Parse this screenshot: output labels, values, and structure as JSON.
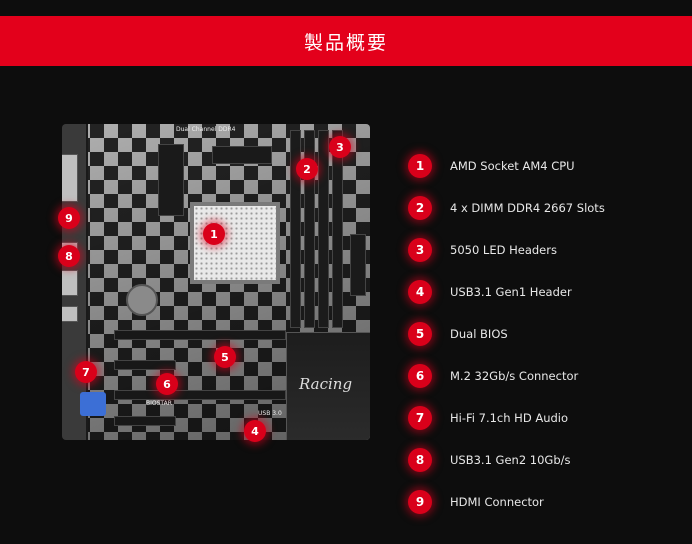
{
  "banner": {
    "title": "製品概要"
  },
  "board": {
    "dimm_label": "Dual Channel DDR4",
    "brand_label": "BIOSTAR",
    "heatsink_label": "Racing",
    "usb_label": "USB 3.0"
  },
  "markers": [
    {
      "number": "1"
    },
    {
      "number": "2"
    },
    {
      "number": "3"
    },
    {
      "number": "4"
    },
    {
      "number": "5"
    },
    {
      "number": "6"
    },
    {
      "number": "7"
    },
    {
      "number": "8"
    },
    {
      "number": "9"
    }
  ],
  "features": [
    {
      "number": "1",
      "label": "AMD Socket AM4 CPU"
    },
    {
      "number": "2",
      "label": "4 x DIMM DDR4 2667 Slots"
    },
    {
      "number": "3",
      "label": "5050 LED Headers"
    },
    {
      "number": "4",
      "label": "USB3.1 Gen1 Header"
    },
    {
      "number": "5",
      "label": "Dual BIOS"
    },
    {
      "number": "6",
      "label": "M.2 32Gb/s Connector"
    },
    {
      "number": "7",
      "label": "Hi-Fi 7.1ch HD Audio"
    },
    {
      "number": "8",
      "label": "USB3.1 Gen2 10Gb/s"
    },
    {
      "number": "9",
      "label": "HDMI Connector"
    }
  ]
}
